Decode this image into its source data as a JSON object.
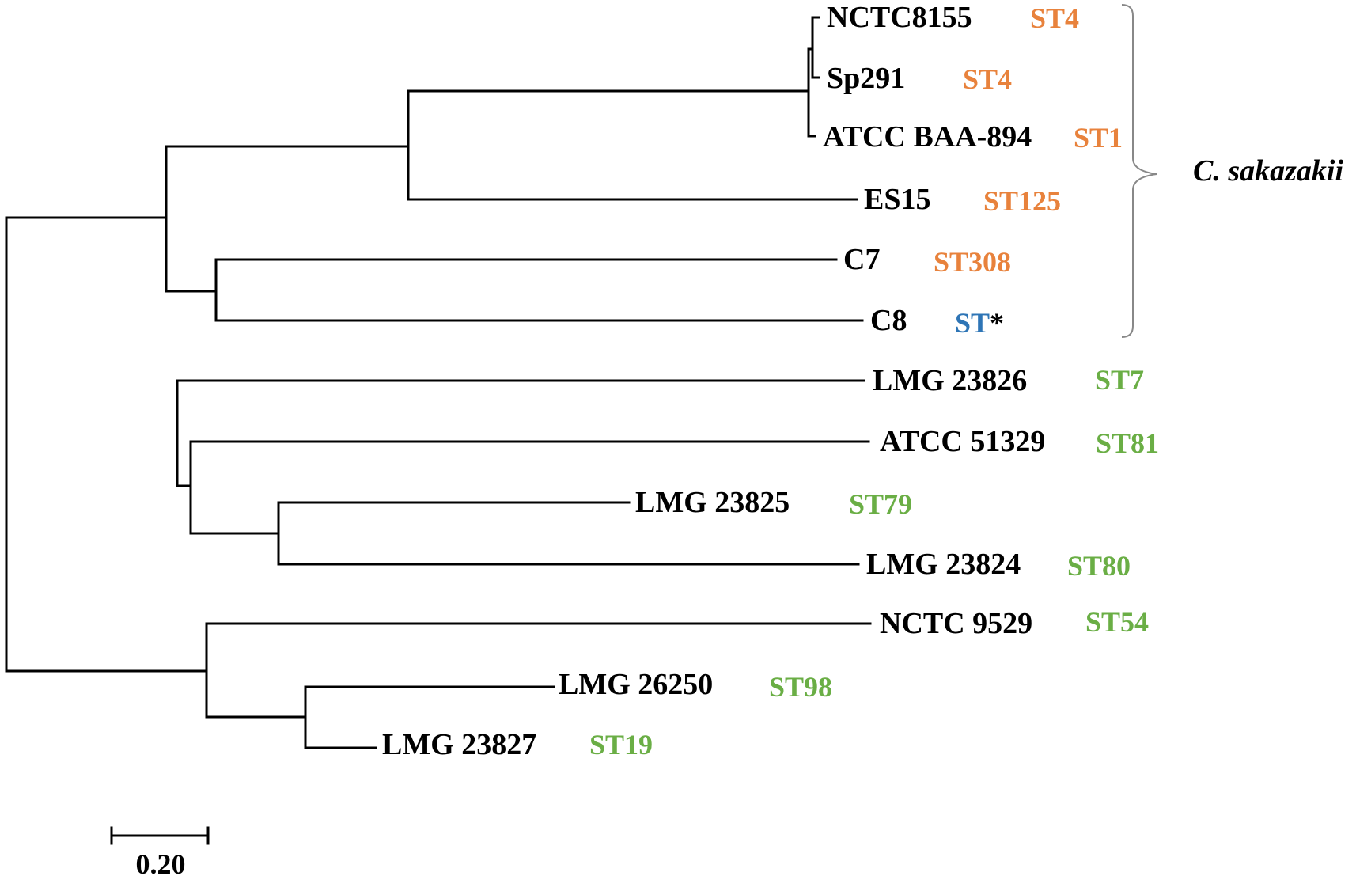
{
  "colors": {
    "orange": "#E8823C",
    "green": "#6AAE45",
    "blue": "#2E75B6",
    "black": "#000000"
  },
  "taxa": [
    {
      "label": "NCTC8155",
      "st": "ST4",
      "st_color": "orange"
    },
    {
      "label": "Sp291",
      "st": "ST4",
      "st_color": "orange"
    },
    {
      "label": "ATCC BAA-894",
      "st": "ST1",
      "st_color": "orange"
    },
    {
      "label": "ES15",
      "st": "ST125",
      "st_color": "orange"
    },
    {
      "label": "C7",
      "st": "ST308",
      "st_color": "orange"
    },
    {
      "label": "C8",
      "st": "ST",
      "st_suffix": "*",
      "st_color": "blue"
    },
    {
      "label": "LMG 23826",
      "st": "ST7",
      "st_color": "green"
    },
    {
      "label": "ATCC 51329",
      "st": "ST81",
      "st_color": "green"
    },
    {
      "label": "LMG 23825",
      "st": "ST79",
      "st_color": "green"
    },
    {
      "label": "LMG 23824",
      "st": "ST80",
      "st_color": "green"
    },
    {
      "label": "NCTC 9529",
      "st": "ST54",
      "st_color": "green"
    },
    {
      "label": "LMG 26250",
      "st": "ST98",
      "st_color": "green"
    },
    {
      "label": "LMG 23827",
      "st": "ST19",
      "st_color": "green"
    }
  ],
  "clade_label": "C. sakazakii",
  "scale_bar": {
    "value": 0.2,
    "label": "0.20"
  }
}
